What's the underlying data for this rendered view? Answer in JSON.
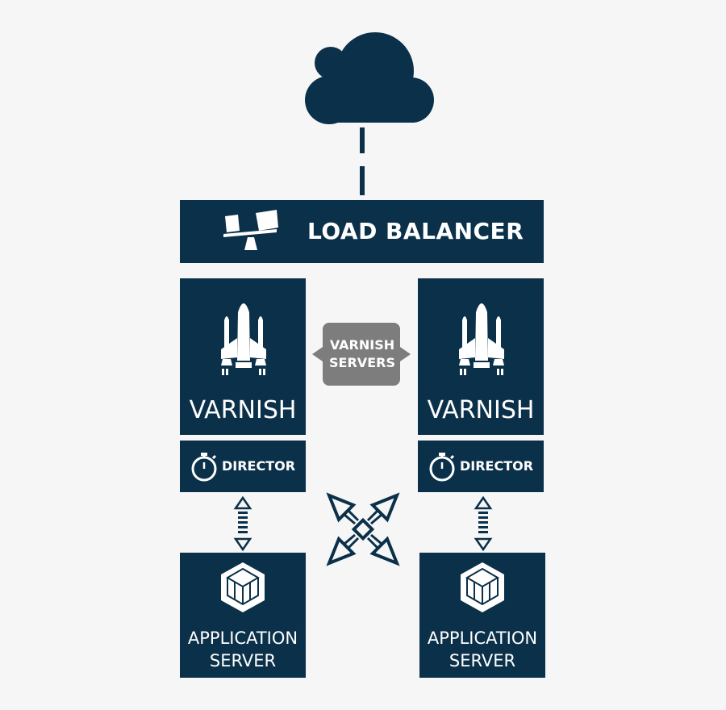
{
  "load_balancer": {
    "label": "LOAD BALANCER",
    "icon": "seesaw-balance-icon"
  },
  "varnish_nodes": [
    {
      "label": "VARNISH",
      "icon": "space-shuttle-icon"
    },
    {
      "label": "VARNISH",
      "icon": "space-shuttle-icon"
    }
  ],
  "directors": [
    {
      "label": "DIRECTOR",
      "icon": "stopwatch-icon"
    },
    {
      "label": "DIRECTOR",
      "icon": "stopwatch-icon"
    }
  ],
  "app_servers": [
    {
      "line1": "APPLICATION",
      "line2": "SERVER",
      "icon": "cube-icon"
    },
    {
      "line1": "APPLICATION",
      "line2": "SERVER",
      "icon": "cube-icon"
    }
  ],
  "varnish_servers_badge": {
    "line1": "VARNISH",
    "line2": "SERVERS"
  },
  "colors": {
    "primary": "#0b3049",
    "badge": "#7d7d7d",
    "background": "#f6f6f6",
    "text": "#ffffff"
  }
}
